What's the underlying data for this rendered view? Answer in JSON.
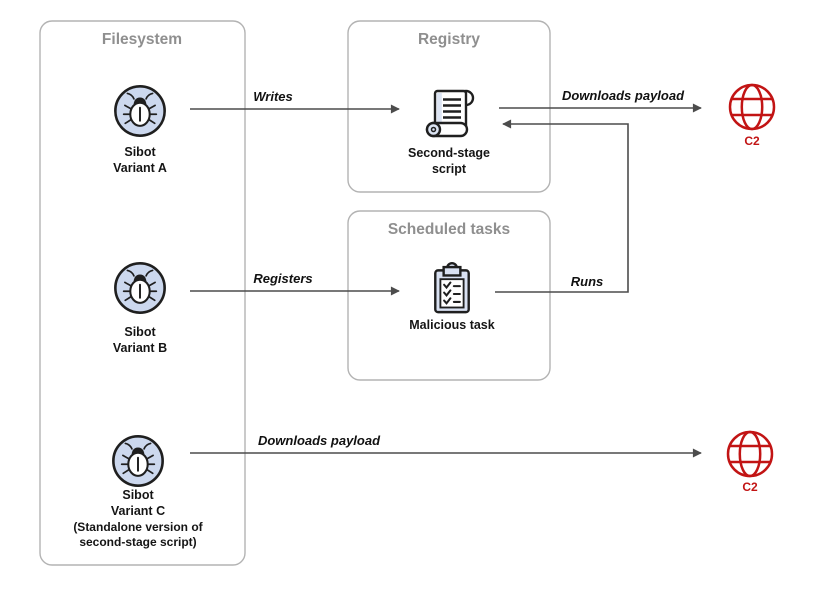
{
  "colors": {
    "background": "#ffffff",
    "box_border": "#b3b3b3",
    "box_title_gray": "#8f8f8f",
    "arrow_gray": "#4c4c4c",
    "label_black": "#111111",
    "bug_circle_fill": "#ccd8ee",
    "icon_stroke": "#1f1f1f",
    "icon_shade_fill": "#dce4f3",
    "c2_red": "#c21414"
  },
  "boxes": {
    "filesystem": {
      "title": "Filesystem"
    },
    "registry": {
      "title": "Registry"
    },
    "scheduled_tasks": {
      "title": "Scheduled tasks"
    }
  },
  "nodes": {
    "variant_a": {
      "icon": "bug-icon",
      "lines": [
        "Sibot",
        "Variant A"
      ]
    },
    "variant_b": {
      "icon": "bug-icon",
      "lines": [
        "Sibot",
        "Variant B"
      ]
    },
    "variant_c": {
      "icon": "bug-icon",
      "lines": [
        "Sibot",
        "Variant C",
        "(Standalone version of",
        "second-stage script)"
      ]
    },
    "second_stage_script": {
      "icon": "scroll-icon",
      "lines": [
        "Second-stage",
        "script"
      ]
    },
    "malicious_task": {
      "icon": "clipboard-icon",
      "label": "Malicious task"
    },
    "c2_top": {
      "icon": "globe-icon",
      "label": "C2"
    },
    "c2_bottom": {
      "icon": "globe-icon",
      "label": "C2"
    }
  },
  "edges": {
    "writes": {
      "label": "Writes",
      "from": "variant_a",
      "to": "second_stage_script"
    },
    "downloads_payload_top": {
      "label": "Downloads payload",
      "from": "second_stage_script",
      "to": "c2_top"
    },
    "registers": {
      "label": "Registers",
      "from": "variant_b",
      "to": "malicious_task"
    },
    "runs": {
      "label": "Runs",
      "from": "malicious_task",
      "to": "second_stage_script"
    },
    "downloads_payload_bottom": {
      "label": "Downloads payload",
      "from": "variant_c",
      "to": "c2_bottom"
    }
  }
}
